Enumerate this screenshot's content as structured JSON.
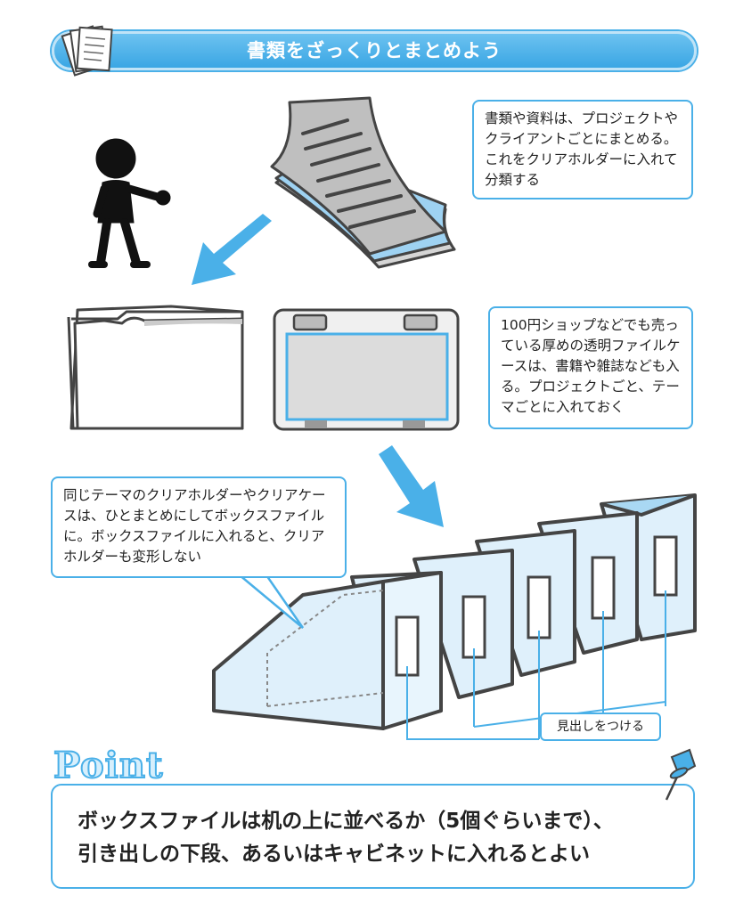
{
  "header": {
    "title": "書類をざっくりとまとめよう",
    "icon": "papers-icon"
  },
  "callouts": {
    "documents": "書類や資料は、プロジェクトやクライアントごとにまとめる。これをクリアホルダーに入れて分類する",
    "clear_case": "100円ショップなどでも売っている厚めの透明ファイルケースは、書籍や雑誌なども入る。プロジェクトごと、テーマごとに入れておく",
    "box_file": "同じテーマのクリアホルダーやクリアケースは、ひとまとめにしてボックスファイルに。ボックスファイルに入れると、クリアホルダーも変形しない"
  },
  "label_tag": "見出しをつける",
  "point": {
    "heading": "Point",
    "text_line1": "ボックスファイルは机の上に並べるか（5個ぐらいまで）、",
    "text_line2": "引き出しの下段、あるいはキャビネットに入れるとよい"
  },
  "colors": {
    "accent": "#4ab0e8",
    "light_blue": "#dff0fb",
    "outline": "#444444"
  }
}
